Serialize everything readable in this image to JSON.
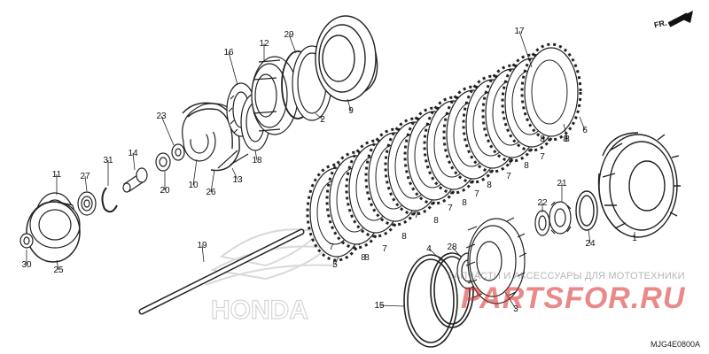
{
  "diagram": {
    "direction_label": "FR.",
    "diagram_code": "MJG4E0800A",
    "callouts": [
      "1",
      "2",
      "3",
      "4",
      "5",
      "6",
      "7",
      "8",
      "9",
      "10",
      "11",
      "12",
      "13",
      "14",
      "15",
      "16",
      "17",
      "18",
      "19",
      "20",
      "21",
      "22",
      "23",
      "24",
      "25",
      "26",
      "27",
      "28",
      "29",
      "30",
      "31"
    ],
    "plate_labels": [
      "7",
      "7",
      "7",
      "7",
      "7",
      "7",
      "7",
      "7",
      "8",
      "8",
      "8",
      "8",
      "8",
      "8",
      "8",
      "8",
      "8"
    ]
  },
  "watermark": {
    "logo_text": "HONDA",
    "shop_text": "ЗАПЧАСТИ И АКСЕССУАРЫ ДЛЯ МОТОТЕХНИКИ",
    "shop_logo": "PARTSFOR.RU"
  }
}
